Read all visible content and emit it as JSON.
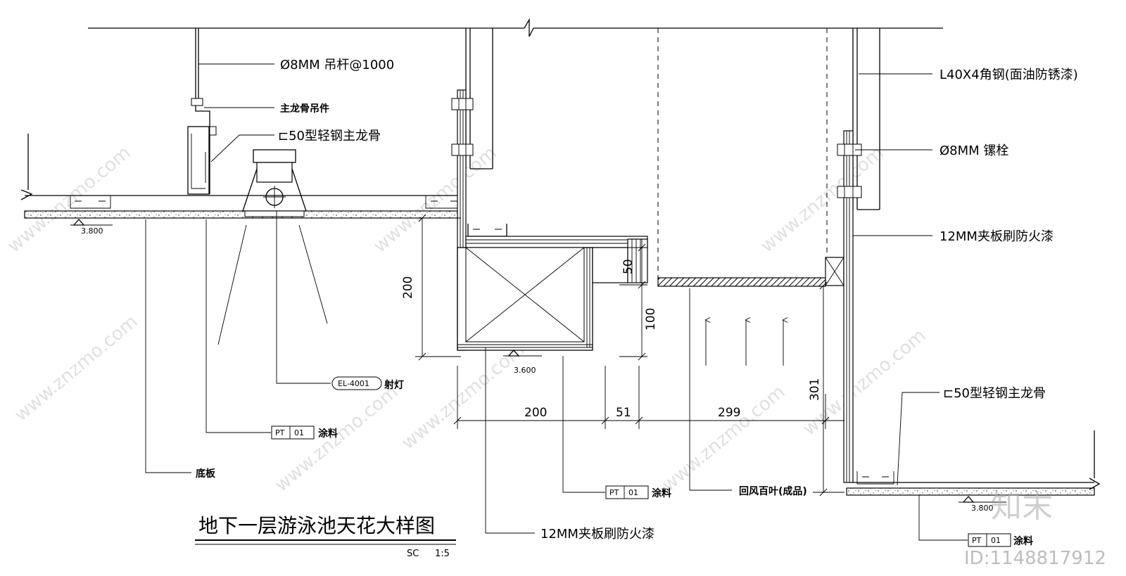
{
  "title": "地下一层游泳池天花大样图",
  "scale": {
    "code": "SC",
    "ratio": "1:5"
  },
  "annotations": {
    "rod": "Ø8MM 吊杆@1000",
    "main_hanger": "主龙骨吊件",
    "c50_main_keel": "⊏50型轻钢主龙骨",
    "angle_steel": "L40X4角钢(面油防锈漆)",
    "bolt": "Ø8MM 镙栓",
    "board_right": "12MM夹板刷防火漆",
    "board_bottom": "12MM夹板刷防火漆",
    "downlight_tag": "EL-4001",
    "downlight": "射灯",
    "paint_tag": "PT",
    "paint_code": "01",
    "paint": "涂料",
    "base_board": "底板",
    "return_louver": "回风百叶(成品)",
    "c50_main_keel_right": "⊏50型轻钢主龙骨"
  },
  "levels": {
    "left": "3.800",
    "middle": "3.600",
    "right": "3.800"
  },
  "dimensions": {
    "d200_vertical": "200",
    "d50": "50",
    "d100": "100",
    "d301": "301",
    "d200": "200",
    "d51": "51",
    "d299": "299"
  },
  "watermark": {
    "site": "www.znzmo.com",
    "brand": "知末",
    "logo": "知末",
    "id": "ID:1148817912"
  }
}
